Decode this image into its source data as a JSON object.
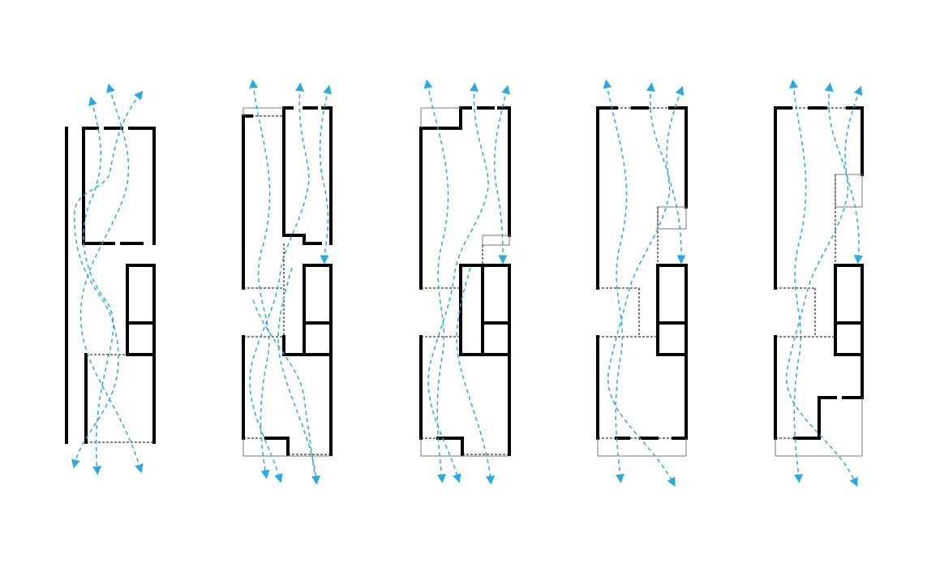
{
  "colors": {
    "background": "#ffffff",
    "wall": "#000000",
    "airflow": "#29abe2"
  },
  "diagram": {
    "type": "ventilation-airflow-floor-plans",
    "panel_count": 5,
    "panels": [
      {
        "variant": "original-terrace",
        "airflow_arrows": 6
      },
      {
        "variant": "split-front-rooms",
        "airflow_arrows": 6
      },
      {
        "variant": "stepped-front-rooms",
        "airflow_arrows": 6
      },
      {
        "variant": "open-front-with-small-court",
        "airflow_arrows": 5
      },
      {
        "variant": "open-front-with-side-court",
        "airflow_arrows": 5
      }
    ]
  }
}
